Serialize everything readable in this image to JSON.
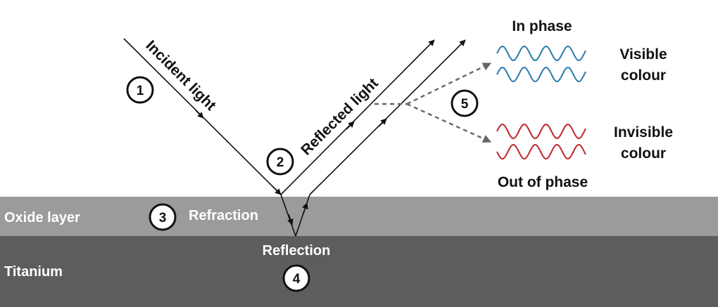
{
  "layers": {
    "oxide": {
      "label": "Oxide layer",
      "color": "#9b9b9b"
    },
    "titanium": {
      "label": "Titanium",
      "color": "#5d5d5d"
    }
  },
  "labels": {
    "incident": "Incident light",
    "reflected": "Reflected light",
    "refraction": "Refraction",
    "reflection": "Reflection",
    "in_phase": "In phase",
    "visible_line1": "Visible",
    "visible_line2": "colour",
    "invisible_line1": "Invisible",
    "invisible_line2": "colour",
    "out_of_phase": "Out of phase"
  },
  "steps": [
    "1",
    "2",
    "3",
    "4",
    "5"
  ],
  "colors": {
    "in_phase_wave": "#2b7bb0",
    "out_of_phase_wave": "#c0272d",
    "line": "#111111",
    "dashed": "#666666"
  }
}
